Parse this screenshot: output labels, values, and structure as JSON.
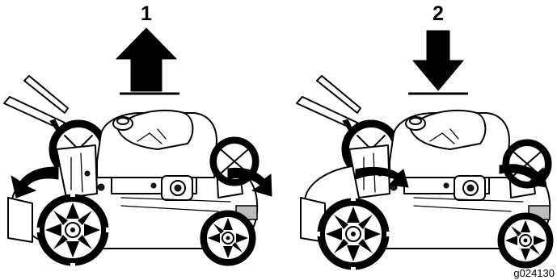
{
  "panels": [
    {
      "step_label": "1",
      "arrow_direction": "up",
      "rotation_arrows": "outward"
    },
    {
      "step_label": "2",
      "arrow_direction": "down",
      "rotation_arrows": "inward"
    }
  ],
  "figure_code": "g024130"
}
